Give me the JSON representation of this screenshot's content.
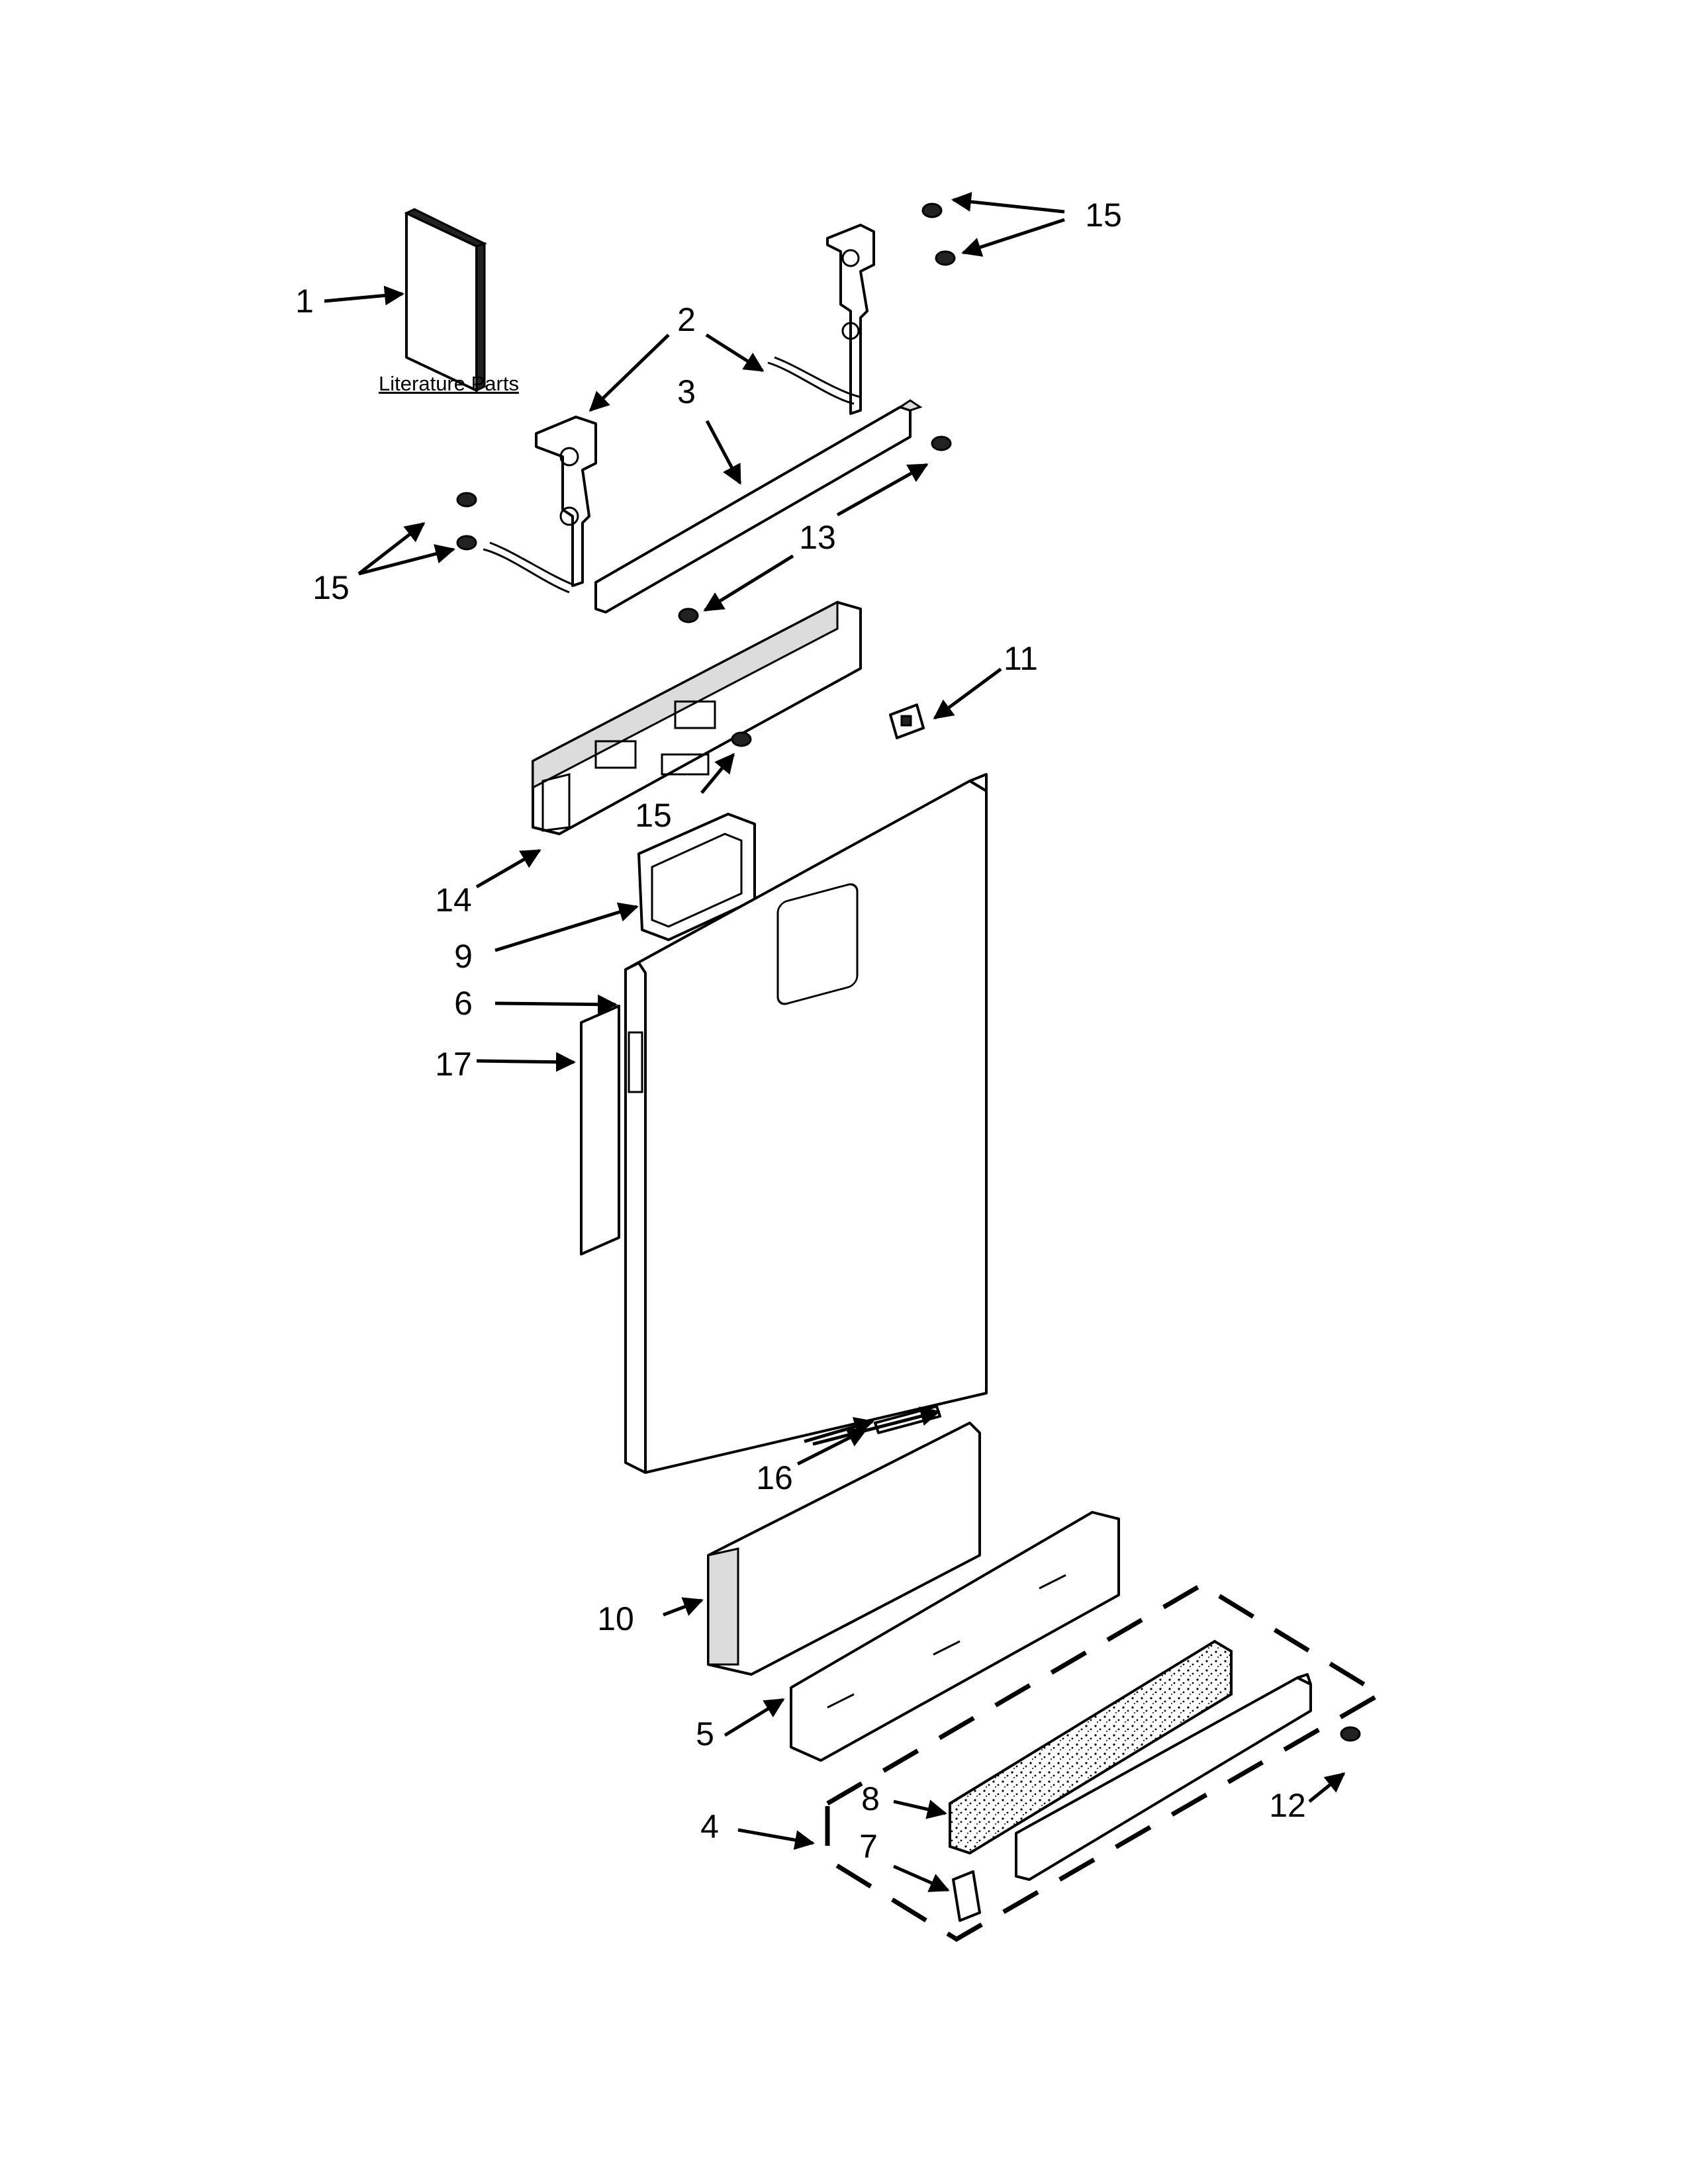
{
  "caption": "Literature Parts",
  "callouts": {
    "c1": "1",
    "c2": "2",
    "c3": "3",
    "c4": "4",
    "c5": "5",
    "c6": "6",
    "c7": "7",
    "c8": "8",
    "c9": "9",
    "c10": "10",
    "c11": "11",
    "c12": "12",
    "c13": "13",
    "c14": "14",
    "c15": "15",
    "c16": "16",
    "c17": "17"
  }
}
